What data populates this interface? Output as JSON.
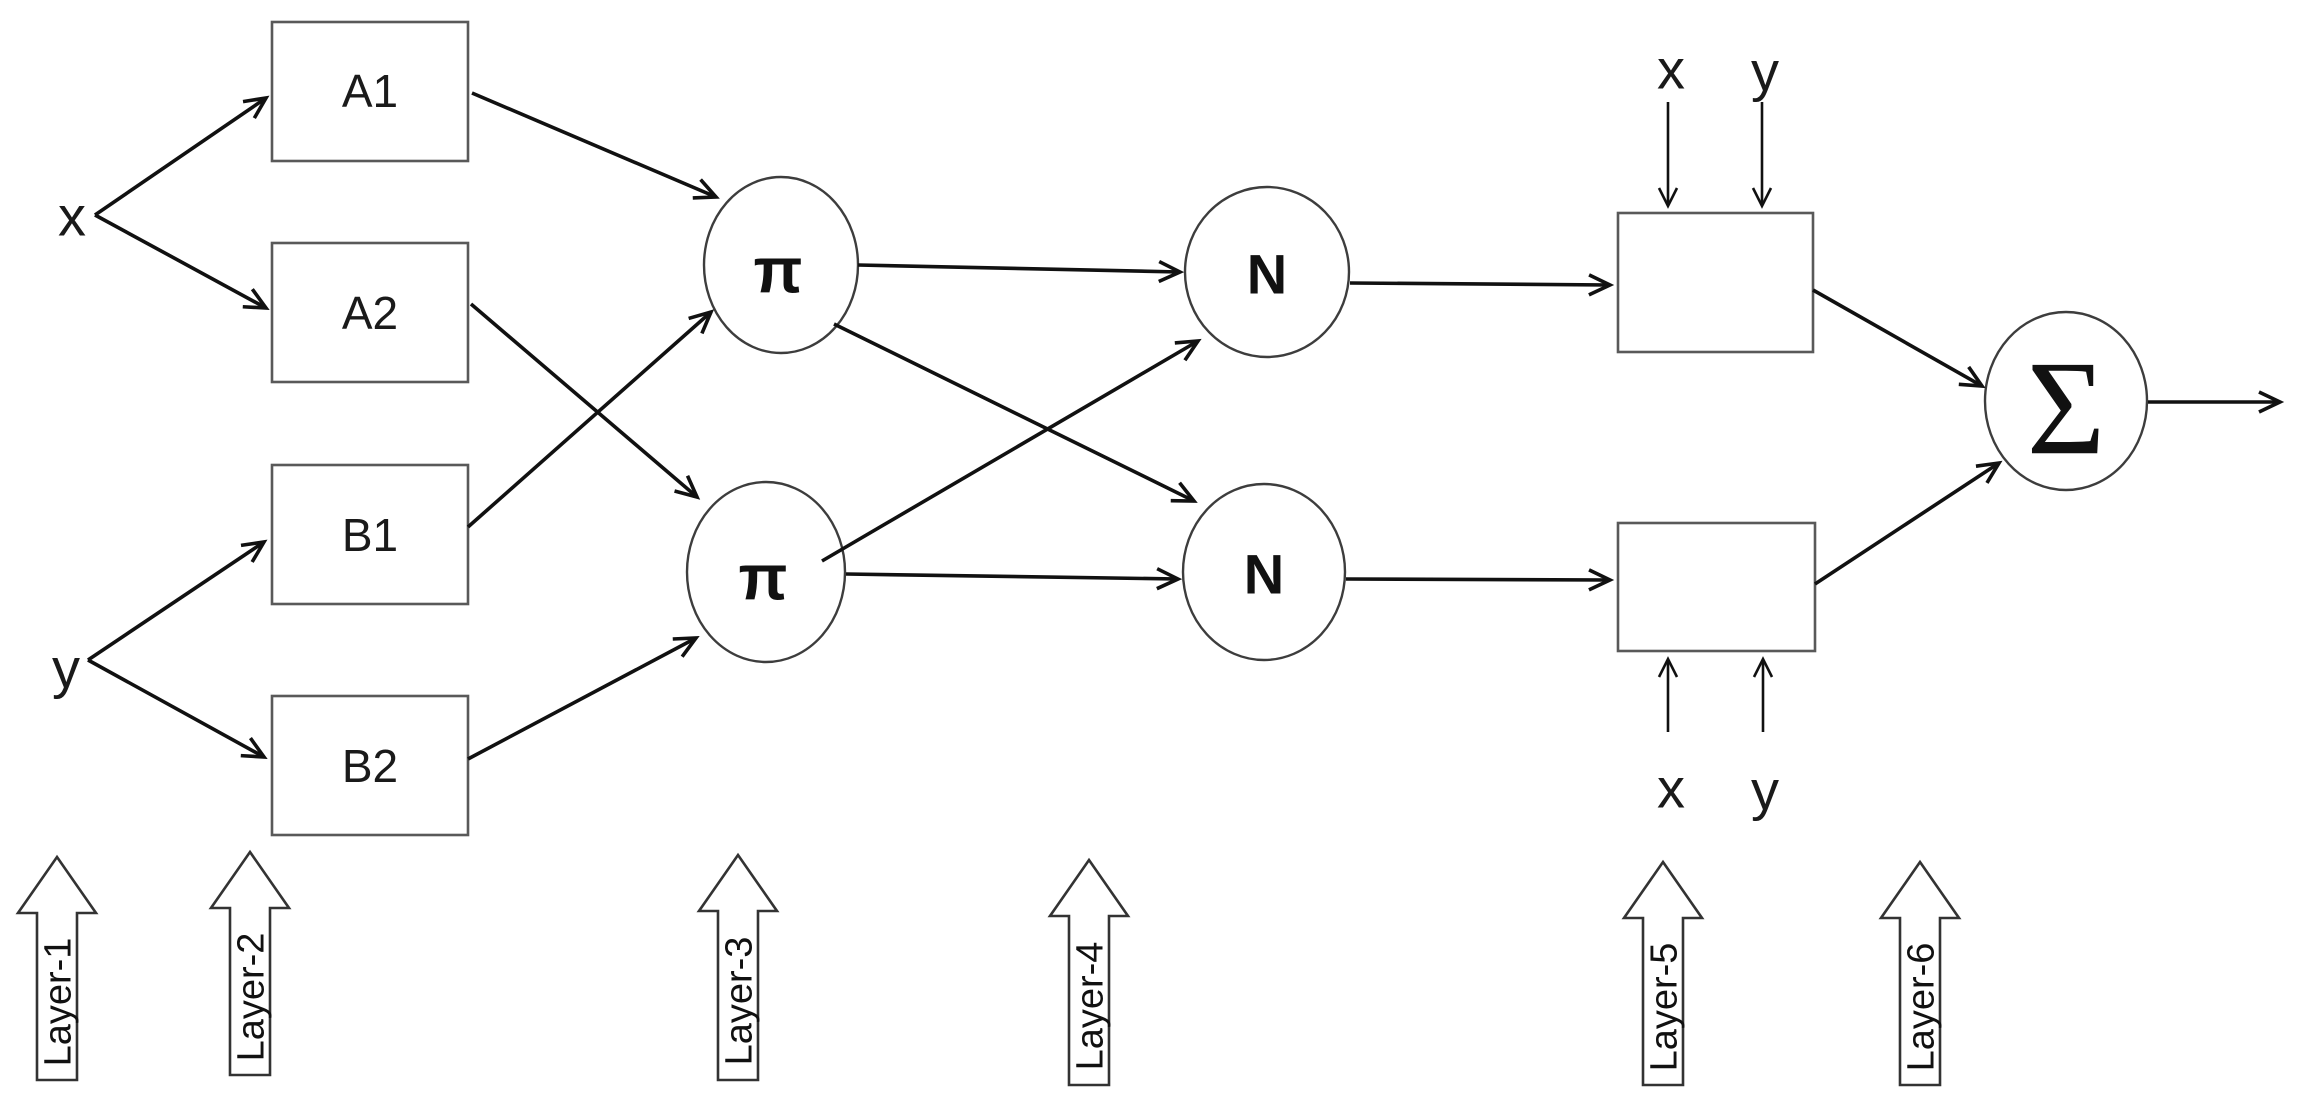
{
  "inputs": {
    "x": "x",
    "y": "y"
  },
  "membership_boxes": [
    {
      "label": "A1"
    },
    {
      "label": "A2"
    },
    {
      "label": "B1"
    },
    {
      "label": "B2"
    }
  ],
  "product_nodes": [
    {
      "label": "π"
    },
    {
      "label": "π"
    }
  ],
  "norm_nodes": [
    {
      "label": "N"
    },
    {
      "label": "N"
    }
  ],
  "consequent_inputs": {
    "top_x": "x",
    "top_y": "y",
    "bottom_x": "x",
    "bottom_y": "y"
  },
  "sum_node": {
    "label": "Σ"
  },
  "layer_arrows": [
    {
      "label": "Layer-1"
    },
    {
      "label": "Layer-2"
    },
    {
      "label": "Layer-3"
    },
    {
      "label": "Layer-4"
    },
    {
      "label": "Layer-5"
    },
    {
      "label": "Layer-6"
    }
  ],
  "colors": {
    "line": "#111111",
    "box_stroke": "#595959",
    "background": "#ffffff"
  }
}
